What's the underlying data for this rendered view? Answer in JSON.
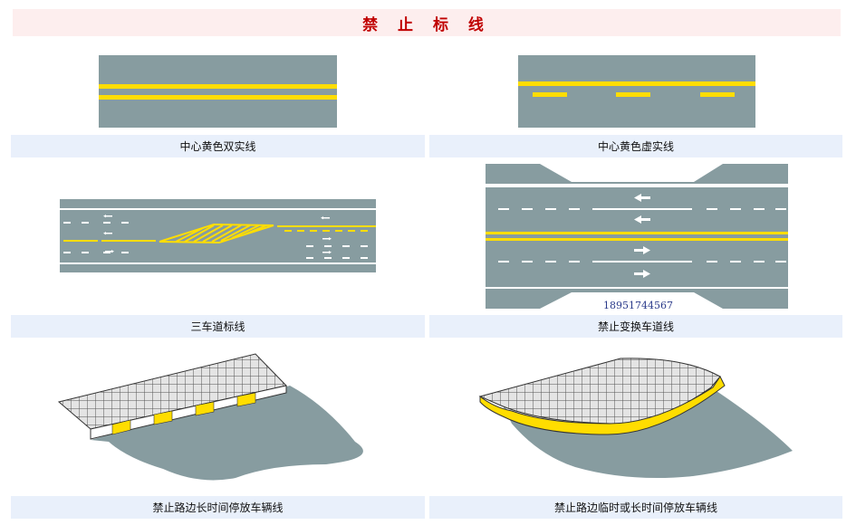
{
  "page": {
    "title": "禁 止 标 线"
  },
  "items": [
    {
      "caption": "中心黄色双实线"
    },
    {
      "caption": "中心黄色虚实线"
    },
    {
      "caption": "三车道标线"
    },
    {
      "caption": "禁止变换车道线",
      "note": "18951744567"
    },
    {
      "caption": "禁止路边长时间停放车辆线"
    },
    {
      "caption": "禁止路边临时或长时间停放车辆线"
    }
  ],
  "colors": {
    "road": "#879ca0",
    "yellow": "#ffdd00",
    "title": "#c00000",
    "caption_bg": "#e9f0fb"
  }
}
